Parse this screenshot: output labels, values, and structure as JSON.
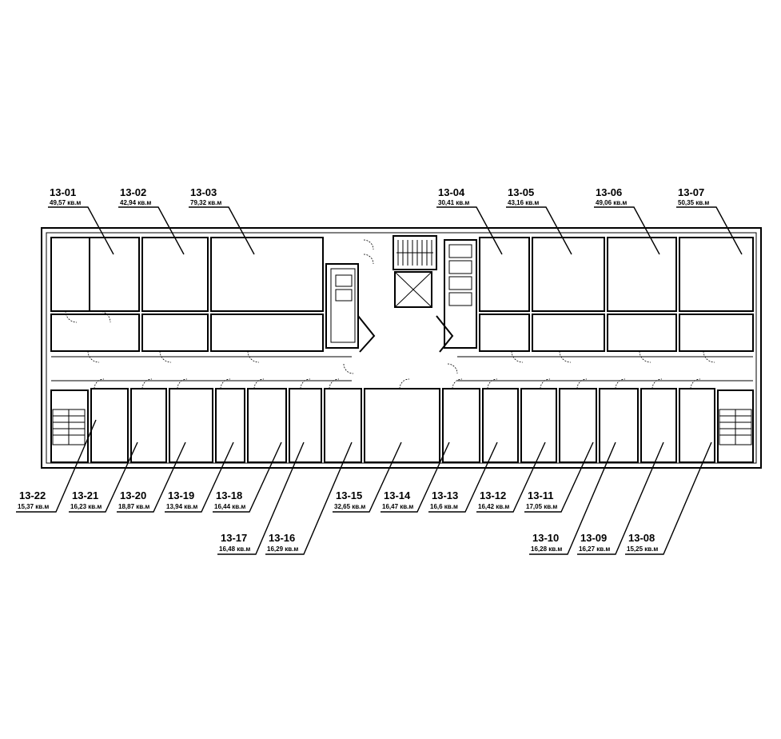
{
  "rooms": [
    {
      "id": "13-01",
      "area": "49,57 кв.м"
    },
    {
      "id": "13-02",
      "area": "42,94 кв.м"
    },
    {
      "id": "13-03",
      "area": "79,32 кв.м"
    },
    {
      "id": "13-04",
      "area": "30,41 кв.м"
    },
    {
      "id": "13-05",
      "area": "43,16 кв.м"
    },
    {
      "id": "13-06",
      "area": "49,06 кв.м"
    },
    {
      "id": "13-07",
      "area": "50,35 кв.м"
    },
    {
      "id": "13-22",
      "area": "15,37 кв.м"
    },
    {
      "id": "13-21",
      "area": "16,23 кв.м"
    },
    {
      "id": "13-20",
      "area": "18,87 кв.м"
    },
    {
      "id": "13-19",
      "area": "13,94 кв.м"
    },
    {
      "id": "13-18",
      "area": "16,44 кв.м"
    },
    {
      "id": "13-15",
      "area": "32,65 кв.м"
    },
    {
      "id": "13-14",
      "area": "16,47 кв.м"
    },
    {
      "id": "13-13",
      "area": "16,6 кв.м"
    },
    {
      "id": "13-12",
      "area": "16,42 кв.м"
    },
    {
      "id": "13-11",
      "area": "17,05 кв.м"
    },
    {
      "id": "13-17",
      "area": "16,48 кв.м"
    },
    {
      "id": "13-16",
      "area": "16,29 кв.м"
    },
    {
      "id": "13-10",
      "area": "16,28 кв.м"
    },
    {
      "id": "13-09",
      "area": "16,27 кв.м"
    },
    {
      "id": "13-08",
      "area": "15,25 кв.м"
    }
  ]
}
